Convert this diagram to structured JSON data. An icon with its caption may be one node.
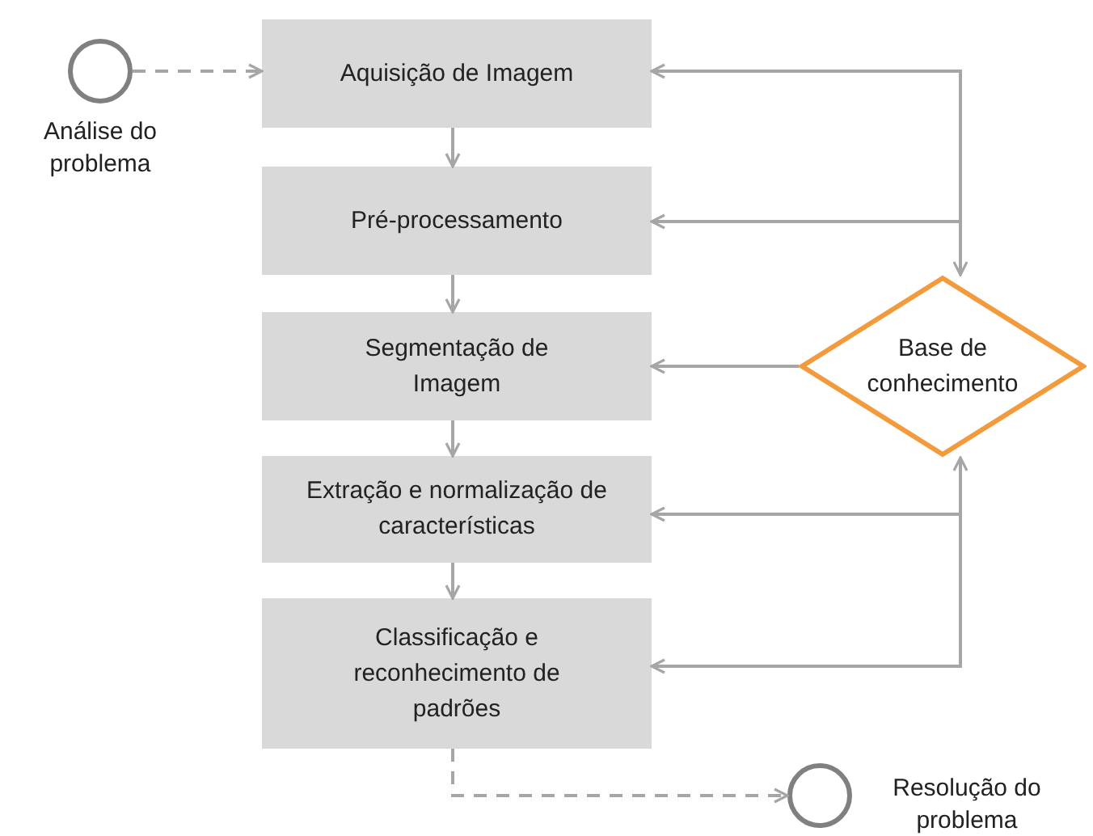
{
  "diagram": {
    "nodes": [
      {
        "text": [],
        "shape": "circle",
        "beside": [
          "Análise do problema"
        ]
      },
      {
        "text": [
          "Aquisição de Imagem"
        ]
      },
      {
        "text": [
          "Pré-processamento"
        ]
      },
      {
        "text": [
          "Segmentação de Imagem"
        ]
      },
      {
        "text": [
          "Extração e normalização de características"
        ]
      },
      {
        "text": [
          "Classificação e reconhecimento de padrões"
        ]
      },
      {
        "text": [
          "Base de conhecimento"
        ]
      },
      {
        "text": [],
        "shape": "circle",
        "beside": [
          "Resolução do problema"
        ]
      }
    ],
    "edges": [
      {
        "from": 0,
        "to": 1,
        "arrow": "to",
        "style": "dashed"
      },
      {
        "from": 1,
        "to": 2,
        "arrow": "to"
      },
      {
        "from": 2,
        "to": 3,
        "arrow": "to"
      },
      {
        "from": 3,
        "to": 4,
        "arrow": "to"
      },
      {
        "from": 4,
        "to": 5,
        "arrow": "to"
      },
      {
        "from": 6,
        "to": 1,
        "arrow": "both"
      },
      {
        "from": 6,
        "to": 2,
        "arrow": "to"
      },
      {
        "from": 6,
        "to": 3,
        "arrow": "to"
      },
      {
        "from": 6,
        "to": 4,
        "arrow": "to"
      },
      {
        "from": 6,
        "to": 5,
        "arrow": "both"
      },
      {
        "from": 5,
        "to": 7,
        "arrow": "to",
        "style": "dashed"
      }
    ]
  }
}
